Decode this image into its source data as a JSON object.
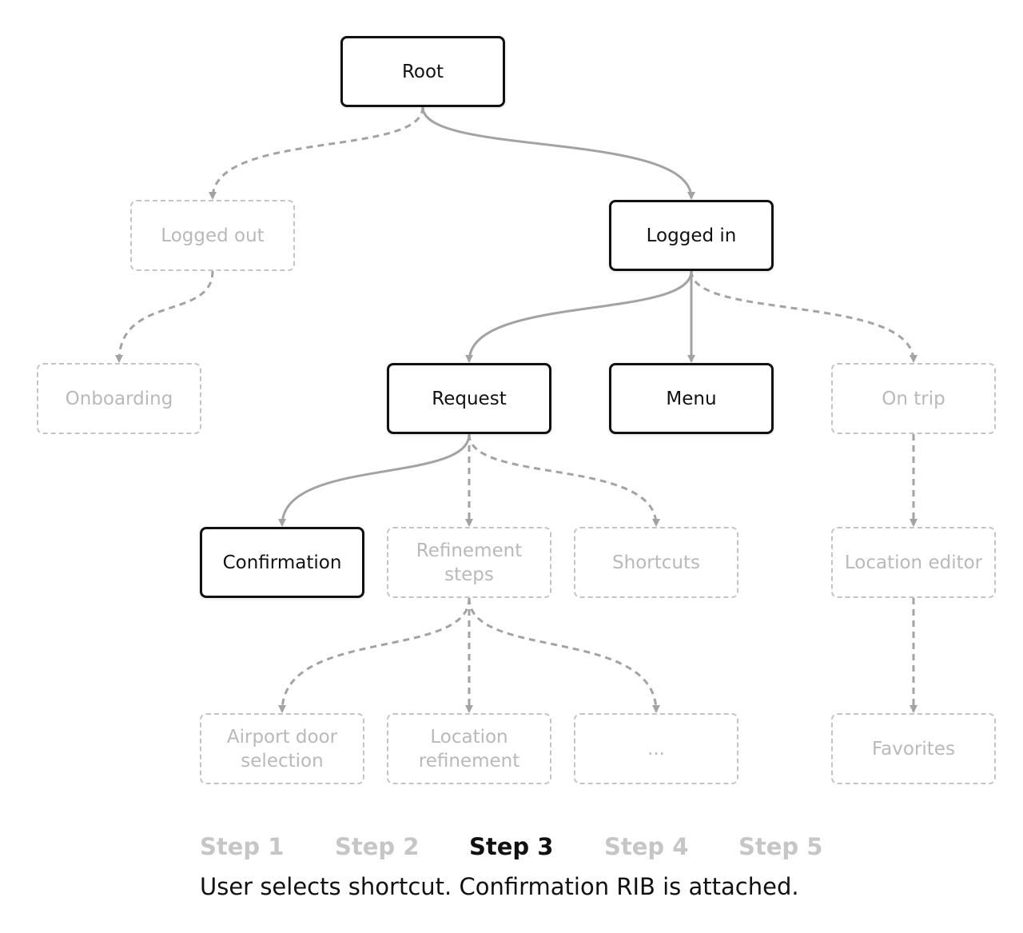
{
  "nodes": {
    "root": {
      "label": "Root",
      "state": "active"
    },
    "logged_out": {
      "label": "Logged out",
      "state": "inactive"
    },
    "logged_in": {
      "label": "Logged in",
      "state": "active"
    },
    "onboarding": {
      "label": "Onboarding",
      "state": "inactive"
    },
    "request": {
      "label": "Request",
      "state": "active"
    },
    "menu": {
      "label": "Menu",
      "state": "active"
    },
    "on_trip": {
      "label": "On trip",
      "state": "inactive"
    },
    "confirmation": {
      "label": "Confirmation",
      "state": "active"
    },
    "refinement_steps": {
      "label": "Refinement steps",
      "state": "inactive"
    },
    "shortcuts": {
      "label": "Shortcuts",
      "state": "inactive"
    },
    "location_editor": {
      "label": "Location editor",
      "state": "inactive"
    },
    "airport_door": {
      "label": "Airport door selection",
      "state": "inactive"
    },
    "location_refinement": {
      "label": "Location refinement",
      "state": "inactive"
    },
    "more": {
      "label": "...",
      "state": "inactive"
    },
    "favorites": {
      "label": "Favorites",
      "state": "inactive"
    }
  },
  "edges": [
    {
      "from": "root",
      "to": "logged_out",
      "style": "dashed"
    },
    {
      "from": "root",
      "to": "logged_in",
      "style": "solid"
    },
    {
      "from": "logged_out",
      "to": "onboarding",
      "style": "dashed"
    },
    {
      "from": "logged_in",
      "to": "request",
      "style": "solid"
    },
    {
      "from": "logged_in",
      "to": "menu",
      "style": "solid"
    },
    {
      "from": "logged_in",
      "to": "on_trip",
      "style": "dashed"
    },
    {
      "from": "request",
      "to": "confirmation",
      "style": "solid"
    },
    {
      "from": "request",
      "to": "refinement_steps",
      "style": "dashed"
    },
    {
      "from": "request",
      "to": "shortcuts",
      "style": "dashed"
    },
    {
      "from": "on_trip",
      "to": "location_editor",
      "style": "dashed"
    },
    {
      "from": "refinement_steps",
      "to": "airport_door",
      "style": "dashed"
    },
    {
      "from": "refinement_steps",
      "to": "location_refinement",
      "style": "dashed"
    },
    {
      "from": "refinement_steps",
      "to": "more",
      "style": "dashed"
    },
    {
      "from": "location_editor",
      "to": "favorites",
      "style": "dashed"
    }
  ],
  "steps": {
    "items": [
      "Step 1",
      "Step 2",
      "Step 3",
      "Step 4",
      "Step 5"
    ],
    "current": 2
  },
  "caption": "User selects shortcut. Confirmation RIB is attached.",
  "colors": {
    "active_border": "#111111",
    "inactive_border": "#c4c4c4",
    "inactive_text": "#b9b9b9",
    "edge": "#a3a3a3",
    "step_inactive": "#c6c6c6"
  }
}
